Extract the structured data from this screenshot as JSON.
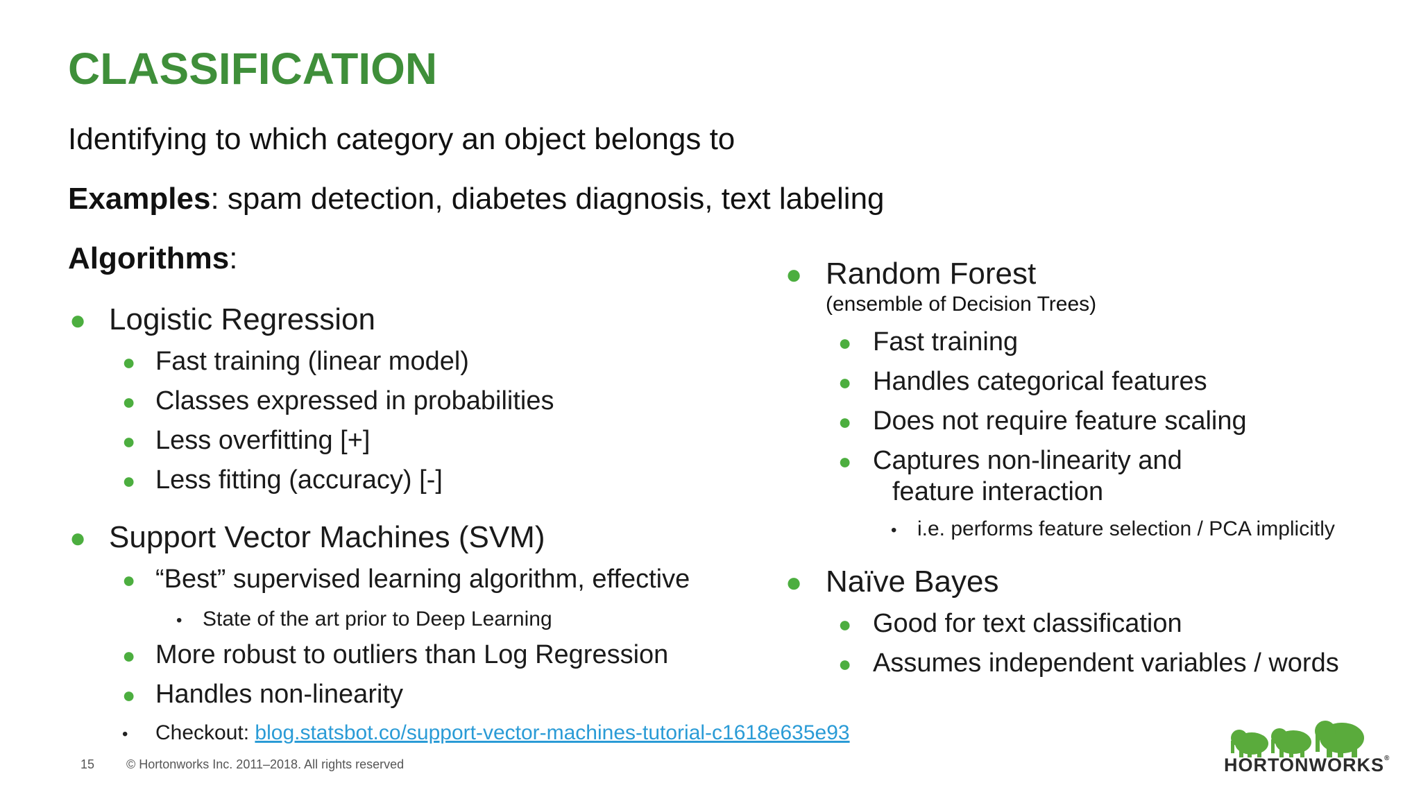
{
  "title": "CLASSIFICATION",
  "subtitle": "Identifying to which category an object belongs to",
  "examples": {
    "label": "Examples",
    "text": ": spam detection, diabetes diagnosis, text labeling"
  },
  "algorithms": {
    "label": "Algorithms",
    "suffix": ":"
  },
  "left": {
    "logreg": {
      "title": "Logistic Regression",
      "points": [
        "Fast training (linear model)",
        "Classes expressed in probabilities",
        "Less overfitting [+]",
        "Less fitting (accuracy) [-]"
      ]
    },
    "svm": {
      "title": "Support Vector Machines (SVM)",
      "p1": "“Best” supervised learning algorithm, effective",
      "p1_sub": "State of the art prior to Deep Learning",
      "p2": "More robust to outliers than Log Regression",
      "p3": "Handles non-linearity",
      "checkout_label": "Checkout: ",
      "checkout_link": "blog.statsbot.co/support-vector-machines-tutorial-c1618e635e93"
    }
  },
  "right": {
    "rf": {
      "title": "Random Forest",
      "subtitle": "(ensemble of Decision Trees)",
      "points": [
        "Fast training",
        "Handles categorical features",
        "Does not require feature scaling",
        "Captures non-linearity and"
      ],
      "points_cont": "feature interaction",
      "sub_point": "i.e. performs feature selection / PCA implicitly"
    },
    "nb": {
      "title": "Naïve Bayes",
      "points": [
        "Good for text classification",
        "Assumes independent variables / words"
      ]
    }
  },
  "footer": {
    "page": "15",
    "copyright": "© Hortonworks Inc. 2011–2018. All rights reserved"
  },
  "logo": {
    "text": "HORTONWORKS",
    "mark": "®"
  },
  "colors": {
    "title": "#3f8f3a",
    "bullet": "#4cae3f",
    "link": "#2a9bd6"
  }
}
